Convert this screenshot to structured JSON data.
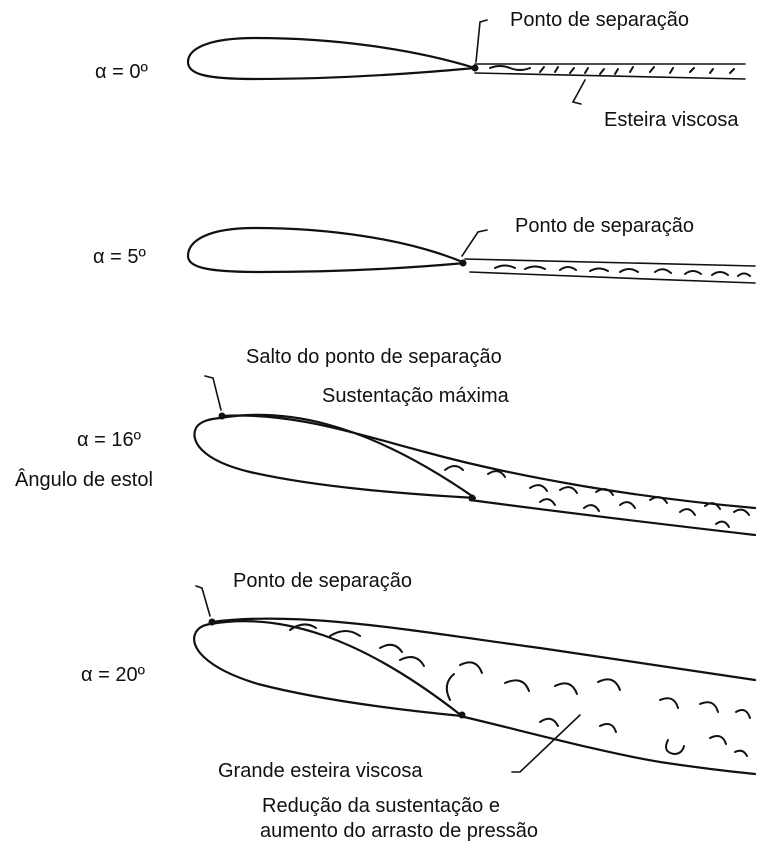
{
  "stages": [
    {
      "alpha": "α = 0º",
      "notes": [
        "Ponto de separação",
        "Esteira viscosa"
      ]
    },
    {
      "alpha": "α = 5º",
      "notes": [
        "Ponto de separação"
      ]
    },
    {
      "alpha": "α = 16º",
      "subtitle": "Ângulo de estol",
      "notes": [
        "Salto do ponto de separação",
        "Sustentação máxima"
      ]
    },
    {
      "alpha": "α = 20º",
      "notes": [
        "Ponto de separação",
        "Grande esteira viscosa"
      ],
      "caption": [
        "Redução da sustentação e",
        "aumento do arrasto de pressão"
      ]
    }
  ],
  "colors": {
    "ink": "#111111",
    "background": "#ffffff"
  }
}
